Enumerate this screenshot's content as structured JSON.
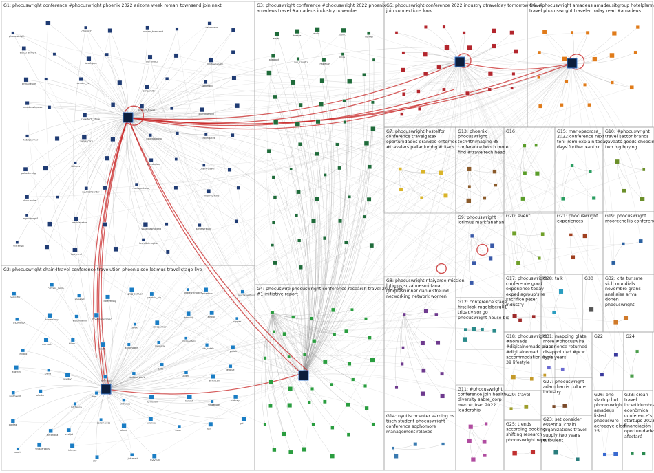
{
  "groups": [
    {
      "id": "G1",
      "lines": [
        "G1: phocuswright conference #phocuswright phoenix 2022 arizona week roman_townsend join next"
      ]
    },
    {
      "id": "G2",
      "lines": [
        "G2: phocuswright chain4travel conference travolution phoenix see lotimus travel stage live"
      ]
    },
    {
      "id": "G3",
      "lines": [
        "G3: phocuswright conference #phocuswright 2022 phoenix",
        "amadeus travel #amadeus industry november"
      ]
    },
    {
      "id": "G4",
      "lines": [
        "G4: phocuswire phocuswright conference research travel 2022 take",
        "#1 initiative report"
      ]
    },
    {
      "id": "G5",
      "lines": [
        "G5: phocuswright conference 2022 industry dtravelday tomorrow travel",
        "join connections look"
      ]
    },
    {
      "id": "G6",
      "lines": [
        "G6: #phocuswright amadeus amadeusitgroup hotelplanner",
        "travel phocuswright traveler today read #amadeus"
      ]
    },
    {
      "id": "G7",
      "lines": [
        "G7: phocuswright hostelfor",
        "conference travelgatex",
        "oportunidades grandes entornos",
        "#travelers palladiumhg #titans"
      ]
    },
    {
      "id": "G8",
      "lines": [
        "G8: phocuswright ntaiyarge mission",
        "lotimus suzannesmiltana",
        "ginquesrunner danielsfreund",
        "networking network women"
      ]
    },
    {
      "id": "G9",
      "lines": [
        "G9: phocuswright",
        "lotimus markfanahan"
      ]
    },
    {
      "id": "G10",
      "lines": [
        "G10: #phocuswright",
        "travel sector brands",
        "caveats goods choosing",
        "two big buying"
      ]
    },
    {
      "id": "G11",
      "lines": [
        "G11: #phocuswright",
        "conference join health",
        "diversity sabre_corp",
        "mercer trad 2022",
        "leadership"
      ]
    },
    {
      "id": "G12",
      "lines": [
        "G12: conference stage",
        "first look mgoldberg01",
        "tripadvisor go",
        "phocuswright house big"
      ]
    },
    {
      "id": "G13",
      "lines": [
        "G13: phoenix",
        "phocuswright",
        "tech4thimagine 38",
        "conference booth more",
        "find #traveltech head"
      ]
    },
    {
      "id": "G14",
      "lines": [
        "G14: nyutischcenter earning bs",
        "tisch student phocuswright",
        "conference sophomore",
        "management relaxed"
      ]
    },
    {
      "id": "G15",
      "lines": [
        "G15: mariopedrosa_",
        "2022 conference next",
        "toni_remi explain today",
        "days further xantox"
      ]
    },
    {
      "id": "G16",
      "lines": [
        "G16"
      ]
    },
    {
      "id": "G17",
      "lines": [
        "G17: phocuswright",
        "conference good",
        "experience today",
        "expediagroup's re",
        "sacrifice peter",
        "industry"
      ]
    },
    {
      "id": "G18",
      "lines": [
        "G18: phocuswright",
        "#nomads",
        "#digitalnomads place",
        "#digitalnomad",
        "accommodation work",
        "39 lifestyle"
      ]
    },
    {
      "id": "G19",
      "lines": [
        "G19: phocuswright",
        "moorechellis conference"
      ]
    },
    {
      "id": "G20",
      "lines": [
        "G20: event"
      ]
    },
    {
      "id": "G21",
      "lines": [
        "G21: phocuswright",
        "experiences"
      ]
    },
    {
      "id": "G22",
      "lines": [
        "G22"
      ]
    },
    {
      "id": "G23",
      "lines": [
        "G23: set consider",
        "essential chain",
        "organizations travel",
        "supply two years",
        "turbulent"
      ]
    },
    {
      "id": "G24",
      "lines": [
        "G24"
      ]
    },
    {
      "id": "G25",
      "lines": [
        "G25: trends",
        "according booking",
        "shifting research",
        "phocuswright report"
      ]
    },
    {
      "id": "G26",
      "lines": [
        "G26: one",
        "startup hot",
        "phocuswright",
        "amadeus",
        "listed",
        "phocuswire",
        "aeropaye gled",
        "25"
      ]
    },
    {
      "id": "G27",
      "lines": [
        "G27: phocuswright",
        "adam harris culture",
        "industry"
      ]
    },
    {
      "id": "G28",
      "lines": [
        "G28: talk"
      ]
    },
    {
      "id": "G29",
      "lines": [
        "G29: travel"
      ]
    },
    {
      "id": "G30",
      "lines": [
        "G30"
      ]
    },
    {
      "id": "G31",
      "lines": [
        "G31: mapping glate",
        "more #phocuswire",
        "experience returned",
        "disappointed #pcw",
        "type years"
      ]
    },
    {
      "id": "G32",
      "lines": [
        "G32: cita turisme",
        "sich mundials",
        "novembre grans",
        "anellaise arival",
        "donen",
        "phocuswright"
      ]
    },
    {
      "id": "G33",
      "lines": [
        "G33: crean",
        "travel",
        "incertidumbre",
        "econòmica",
        "conference's",
        "startups 2023",
        "financiación",
        "oportunidades",
        "afectará"
      ]
    }
  ],
  "node_labels": [
    "phocuswright",
    "dtravel7",
    "roman_townsend",
    "debarcasa",
    "eurdu_vincent",
    "faisalsport",
    "bornahatz",
    "michaelabelle",
    "brecadesign",
    "aerlanc_ts",
    "sonesmith",
    "apoofight",
    "amadeusitgroup",
    "traveltech_show",
    "heyleys_travel",
    "tourismofrank",
    "hotelplanner",
    "sabre_corp",
    "expediagroup",
    "travelgatex",
    "palladiumhg",
    "lotimus",
    "travolution",
    "chain4travel",
    "phocuswire",
    "nyutischcenter",
    "mariopedrosa_",
    "moorechellis",
    "mgoldberg01",
    "markfanahan",
    "suzannesmiltana",
    "danielsfreund",
    "ntaiyarge",
    "toni_remi",
    "tech4thimagine",
    "hostelfor",
    "cabrera_lamb",
    "elvakiwi",
    "dtravelday",
    "greg_sullivan",
    "patricia_zig",
    "andrew_tracker",
    "amadeus",
    "journeywithus",
    "tripadvisor",
    "travelstory",
    "visitphoenix",
    "boomsupersonic",
    "kayak",
    "skyscanner",
    "booking",
    "airbnb",
    "hopper",
    "trivago",
    "marriott",
    "hilton",
    "hyatt",
    "accorhotels",
    "iberostar",
    "meliahotels",
    "nh_hotels",
    "ryanair",
    "easyjet",
    "iberia",
    "vueling",
    "emirates",
    "qatarairways",
    "delta",
    "united",
    "american",
    "jetblue",
    "southwest",
    "alaska",
    "lufthansa",
    "klm",
    "airfrance",
    "britishair",
    "turkish",
    "singapore",
    "cathay",
    "qantas",
    "aircanada",
    "westjet",
    "aeromexico",
    "latam",
    "avianca",
    "copa",
    "azul",
    "gol",
    "volaris",
    "vivaaerobus",
    "interjet",
    "sky",
    "jetsmart",
    "flybondi",
    "arajet",
    "breeze",
    "avelo",
    "spirit",
    "frontier",
    "allegiant",
    "sun_country",
    "hawaiian",
    "mesa"
  ]
}
